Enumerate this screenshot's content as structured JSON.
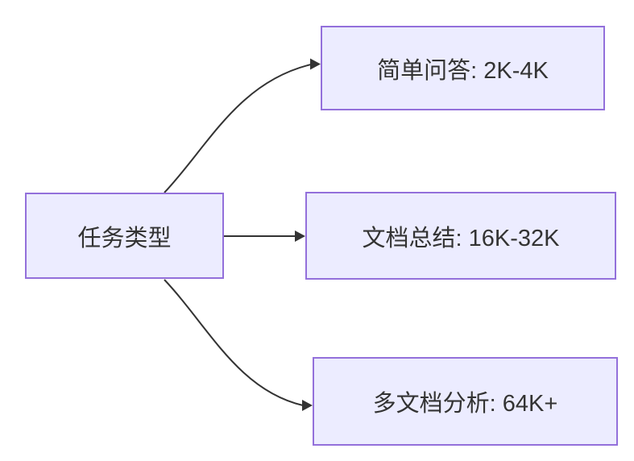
{
  "diagram": {
    "type": "flowchart",
    "direction": "LR",
    "root": {
      "id": "task-type",
      "label": "任务类型"
    },
    "nodes": [
      {
        "id": "simple-qa",
        "label": "简单问答: 2K-4K"
      },
      {
        "id": "doc-summary",
        "label": "文档总结: 16K-32K"
      },
      {
        "id": "multi-doc",
        "label": "多文档分析: 64K+"
      }
    ],
    "edges": [
      {
        "from": "任务类型",
        "to": "简单问答: 2K-4K",
        "style": "curved-up",
        "arrow": "filled-triangle"
      },
      {
        "from": "任务类型",
        "to": "文档总结: 16K-32K",
        "style": "straight",
        "arrow": "filled-triangle"
      },
      {
        "from": "任务类型",
        "to": "多文档分析: 64K+",
        "style": "curved-down",
        "arrow": "filled-triangle"
      }
    ]
  },
  "colors": {
    "node_fill": "#ECECFF",
    "node_border": "#9370DB",
    "edge_color": "#333333",
    "text_color": "#333333",
    "background": "#FFFFFF"
  }
}
